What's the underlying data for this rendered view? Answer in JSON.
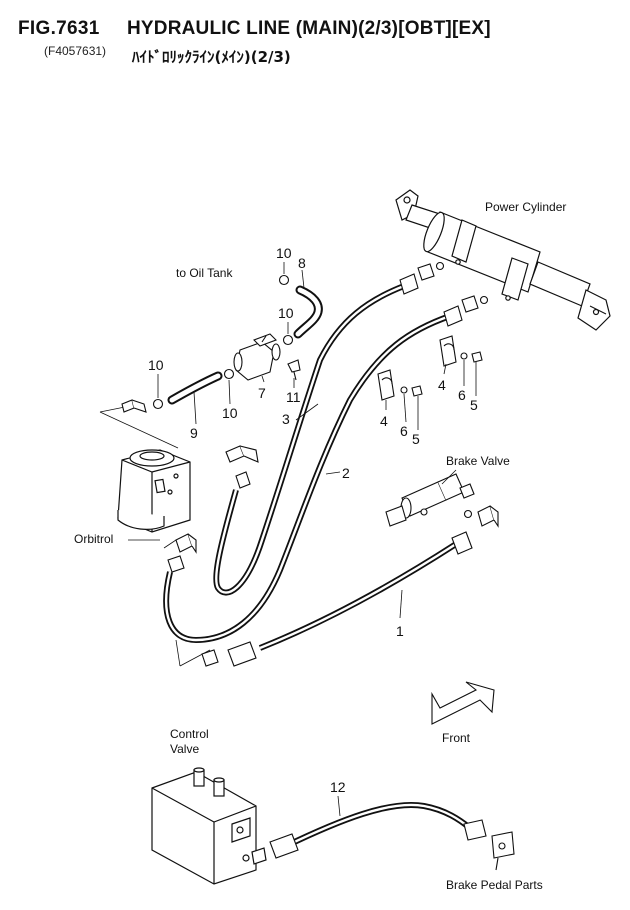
{
  "header": {
    "figure_number": "FIG.7631",
    "title": "HYDRAULIC LINE (MAIN)(2/3)[OBT][EX]",
    "code": "(F4057631)",
    "title_jp": "ﾊｲﾄﾞﾛﾘｯｸﾗｲﾝ(ﾒｲﾝ)(2/3)"
  },
  "labels": {
    "power_cylinder": "Power Cylinder",
    "to_oil_tank": "to Oil Tank",
    "orbitrol": "Orbitrol",
    "brake_valve": "Brake Valve",
    "front": "Front",
    "control_valve_line1": "Control",
    "control_valve_line2": "Valve",
    "brake_pedal_parts": "Brake Pedal Parts"
  },
  "callouts": {
    "c10a": "10",
    "c8": "8",
    "c10b": "10",
    "c10c": "10",
    "c10d": "10",
    "c7": "7",
    "c11": "11",
    "c3": "3",
    "c9": "9",
    "c4a": "4",
    "c6a": "6",
    "c5a": "5",
    "c4b": "4",
    "c6b": "6",
    "c5b": "5",
    "c2": "2",
    "c1": "1",
    "c12": "12"
  },
  "icons": {
    "front_arrow": "front-direction-arrow-icon"
  }
}
